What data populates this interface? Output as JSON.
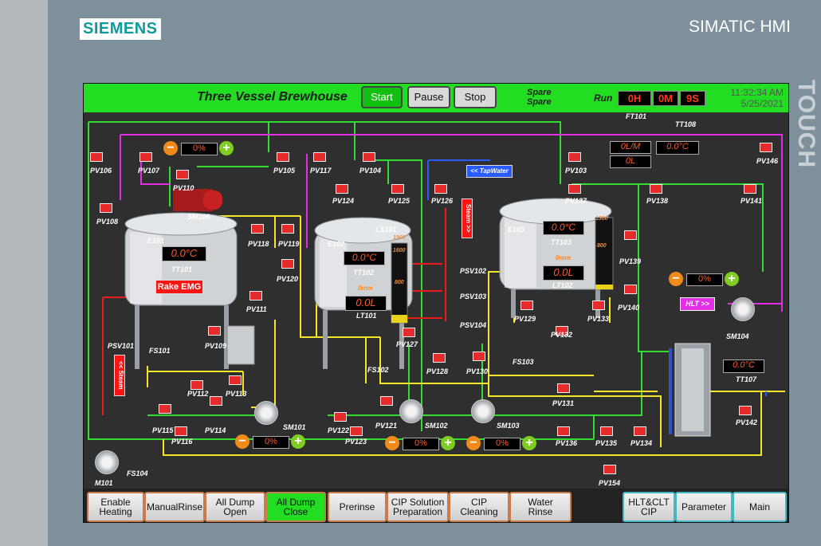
{
  "brand": "SIEMENS",
  "device_label": "SIMATIC HMI",
  "side_label": "TOUCH",
  "header": {
    "title": "Three Vessel Brewhouse",
    "buttons": [
      "Start",
      "Pause",
      "Stop"
    ],
    "spare1": "Spare",
    "spare2": "Spare",
    "run_label": "Run",
    "run_h": "0H",
    "run_m": "0M",
    "run_s": "9S",
    "time": "11:32:34 AM",
    "date": "5/25/2021"
  },
  "colors": {
    "topbar": "#22dd22",
    "valve": "#e52b2b",
    "pipe_green": "#33dd33",
    "pipe_yellow": "#f5e62a",
    "pipe_magenta": "#e22fe6",
    "pipe_red": "#e81e1e",
    "pipe_blue": "#2a5bff"
  },
  "valves": [
    "PV106",
    "PV107",
    "PV110",
    "PV105",
    "PV117",
    "PV104",
    "PV103",
    "PV146",
    "PV108",
    "PV124",
    "PV125",
    "PV126",
    "PV137",
    "PV138",
    "PV141",
    "PV118",
    "PV119",
    "PV120",
    "PV111",
    "PV109",
    "PV112",
    "PV113",
    "PV115",
    "PV116",
    "PV114",
    "PV122",
    "PV123",
    "PV121",
    "PV127",
    "PV128",
    "PV130",
    "PV129",
    "PV133",
    "PV132",
    "PV139",
    "PV140",
    "PV131",
    "PV136",
    "PV135",
    "PV134",
    "PV142",
    "PV154"
  ],
  "equipment": [
    "SM106",
    "E101",
    "TT101",
    "FS101",
    "PSV101",
    "SM101",
    "M101",
    "FS104",
    "E102",
    "LS101",
    "TT102",
    "LT101",
    "PSV102",
    "PSV103",
    "PSV104",
    "FS102",
    "SM102",
    "SM103",
    "E103",
    "TT103",
    "LT102",
    "FS103",
    "FT101",
    "TT108",
    "SM104",
    "TT107"
  ],
  "readouts": {
    "tt101": "0.0°C",
    "tt102": "0.0°C",
    "lt101": "0.0L",
    "tt103": "0.0°C",
    "lt102": "0.0L",
    "ft101_rate": "0L/M",
    "ft101_total": "0L",
    "tt108": "0.0°C",
    "tt107": "0.0°C",
    "lt101_scale": [
      "1900",
      "1600",
      "800"
    ],
    "lt102_scale": [
      "1300",
      "800"
    ],
    "lt102_mm": "0mm",
    "lt101_mm": "0mm"
  },
  "speed_controls": [
    {
      "id": "sc1",
      "value": "0%"
    },
    {
      "id": "sc2",
      "value": "0%"
    },
    {
      "id": "sc3",
      "value": "0%"
    },
    {
      "id": "sc4",
      "value": "0%"
    },
    {
      "id": "sc5",
      "value": "0%"
    }
  ],
  "tags": {
    "tapwater": "<< TapWater",
    "steam_right": "Steam >>",
    "steam_left": "<< Steam",
    "hlt": "HLT >>",
    "rake": "Rake EMG"
  },
  "footer_buttons": [
    {
      "label": "Enable\nHeating"
    },
    {
      "label": "ManualRinse"
    },
    {
      "label": "All Dump\nOpen"
    },
    {
      "label": "All Dump\nClose"
    },
    {
      "label": "Prerinse"
    },
    {
      "label": "CIP Solution\nPreparation"
    },
    {
      "label": "CIP\nCleaning"
    },
    {
      "label": "Water\nRinse"
    },
    {
      "label": "HLT&CLT\nCIP"
    },
    {
      "label": "Parameter"
    },
    {
      "label": "Main"
    }
  ]
}
